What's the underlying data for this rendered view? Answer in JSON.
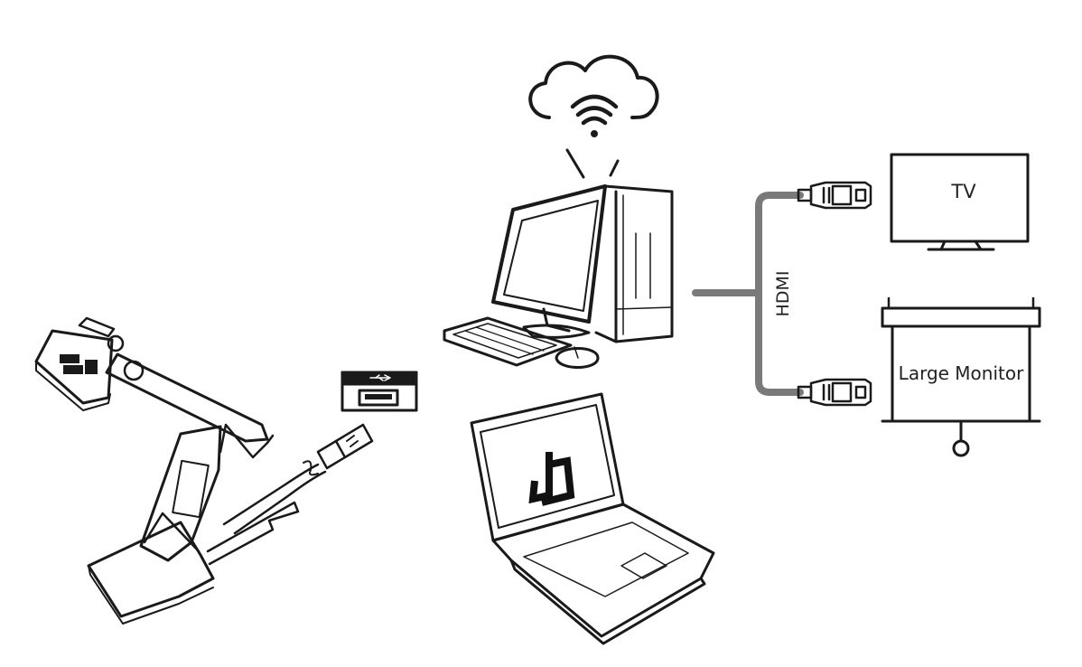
{
  "displays": {
    "tv_label": "TV",
    "monitor_label": "Large Monitor"
  },
  "connection": {
    "cable_label": "HDMI"
  },
  "icons": [
    "cloud-wifi-icon",
    "desktop-computer-icon",
    "laptop-icon",
    "document-camera-icon",
    "usb-port-icon",
    "usb-plug-icon",
    "hdmi-plug-icon",
    "tv-icon",
    "projector-screen-icon",
    "app-logo-icon"
  ],
  "colors": {
    "stroke": "#1a1a1a",
    "cable": "#7a7a7a",
    "usb_dark": "#1a1a1a"
  }
}
